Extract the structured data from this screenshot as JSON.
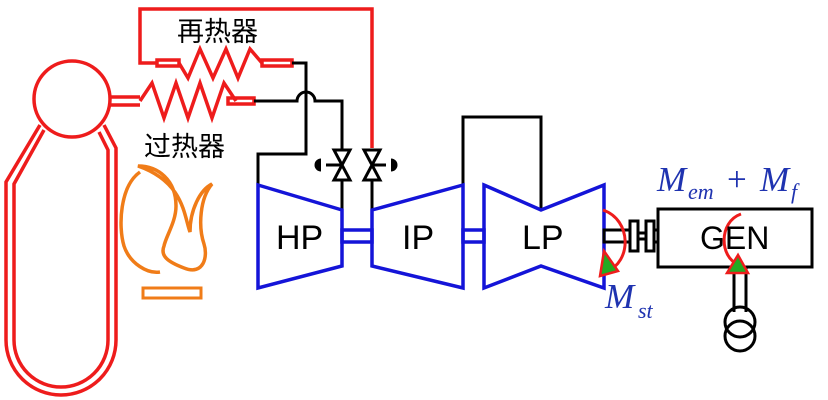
{
  "labels": {
    "reheater": "再热器",
    "superheater": "过热器",
    "hp": "HP",
    "ip": "IP",
    "lp": "LP",
    "gen": "GEN"
  },
  "torque_gen": {
    "m1": "M",
    "m1_sub": "em",
    "op": "+",
    "m2": "M",
    "m2_sub": "f"
  },
  "torque_shaft": {
    "m": "M",
    "sub": "st"
  },
  "colors": {
    "steam_red": "#ee1c1c",
    "turbine_blue": "#1414d8",
    "flame_orange": "#f07c18",
    "arrow_green": "#22aa22",
    "math_blue": "#1f33b0",
    "line_black": "#000000"
  },
  "icons": [
    "boiler-drum",
    "furnace-flame",
    "steam-valve",
    "coupling",
    "synchronous-machine-symbol",
    "torque-arrow"
  ]
}
